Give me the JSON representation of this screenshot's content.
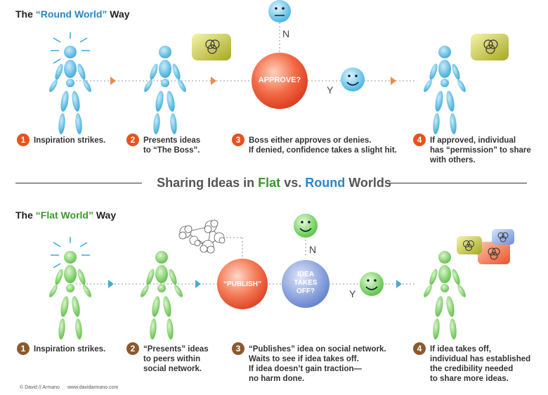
{
  "round": {
    "title_prefix": "The ",
    "title_highlight": "“Round World”",
    "title_suffix": " Way",
    "approve_label": "APPROVE?",
    "n_label": "N",
    "y_label": "Y",
    "steps": [
      {
        "num": "1",
        "text": "Inspiration strikes."
      },
      {
        "num": "2",
        "text": "Presents ideas\nto “The Boss”."
      },
      {
        "num": "3",
        "text": "Boss either approves or denies.\nIf denied, confidence takes a slight hit."
      },
      {
        "num": "4",
        "text": "If approved, individual\nhas “permission” to share\nwith others."
      }
    ]
  },
  "divider": {
    "prefix": "Sharing Ideas in ",
    "flat": "Flat",
    "mid": " vs. ",
    "round": "Round",
    "suffix": " Worlds"
  },
  "flat": {
    "title_prefix": "The ",
    "title_highlight": "“Flat World”",
    "title_suffix": " Way",
    "publish_label": "“PUBLISH”",
    "takes_off_label": "IDEA\nTAKES\nOFF?",
    "n_label": "N",
    "y_label": "Y",
    "steps": [
      {
        "num": "1",
        "text": "Inspiration strikes."
      },
      {
        "num": "2",
        "text": "“Presents” ideas\nto peers within\nsocial network."
      },
      {
        "num": "3",
        "text": "“Publishes” idea on social network.\nWaits to see if idea takes off.\nIf idea doesn’t gain traction—\nno harm done."
      },
      {
        "num": "4",
        "text": "If idea takes off,\nindividual has established\nthe credibility needed\nto share more ideas."
      }
    ]
  },
  "credit": {
    "author": "© David // Armano",
    "site": "www.davidarmano.com"
  },
  "colors": {
    "round_figure": "#5bbde3",
    "flat_figure": "#7fd06a",
    "red_accent": "#e8521c",
    "brown_accent": "#8a5a2e",
    "blue_title": "#2a86c6",
    "green_title": "#3a9a2e",
    "arrow_orange": "#f08a4b",
    "arrow_blue": "#4aa8d8"
  },
  "icons": [
    "figure-icon",
    "idea-bubble-icon",
    "smiley-icon",
    "neutral-face-icon",
    "network-icon",
    "arrow-icon"
  ]
}
